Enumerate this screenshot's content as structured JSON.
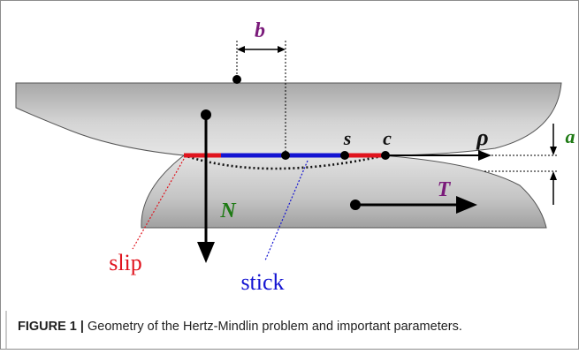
{
  "diagram": {
    "labels": {
      "b": "b",
      "s": "s",
      "c": "c",
      "rho": "ρ",
      "a": "a",
      "T": "T",
      "N": "N",
      "slip": "slip",
      "stick": "stick"
    },
    "colors": {
      "slip": "#e0141e",
      "stick": "#1414d2",
      "b_label": "#7a1a7a",
      "T_label": "#7a1a7a",
      "a_label": "#1e7a14",
      "N_label": "#1e7a14",
      "body_fill": "#c8c8c8"
    }
  },
  "caption": {
    "label": "FIGURE 1 |",
    "text": " Geometry of the Hertz-Mindlin problem and important parameters."
  }
}
